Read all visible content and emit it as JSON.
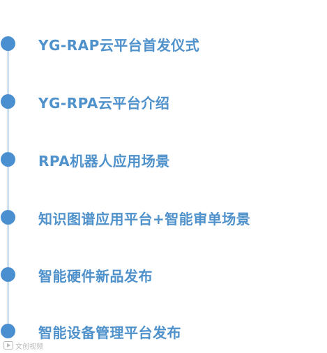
{
  "timeline": {
    "items": [
      {
        "label": "YG-RAP云平台首发仪式"
      },
      {
        "label": "YG-RPA云平台介绍"
      },
      {
        "label": "RPA机器人应用场景"
      },
      {
        "label": "知识图谱应用平台+智能审单场景"
      },
      {
        "label": "智能硬件新品发布"
      },
      {
        "label": "智能设备管理平台发布"
      }
    ]
  },
  "watermark": {
    "text": "文创视频",
    "icon": "play-icon"
  },
  "colors": {
    "accent": "#4a8fd0",
    "label": "#4f91cb",
    "background": "#ffffff"
  }
}
